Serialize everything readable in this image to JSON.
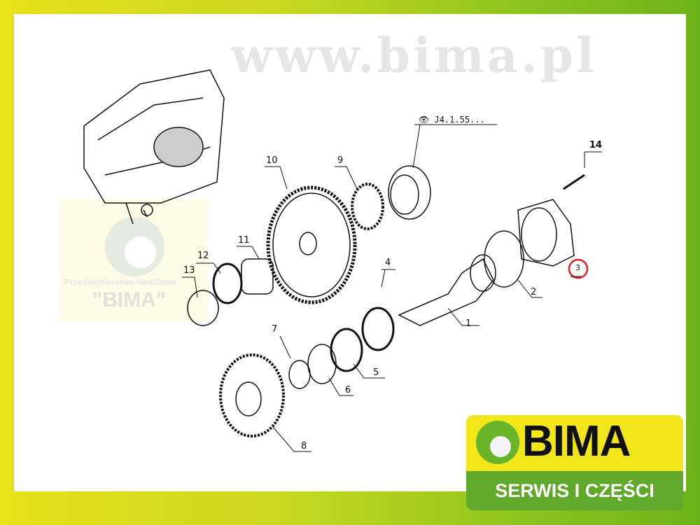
{
  "watermark": {
    "company": "Przedsiębiorstwo Handlowe",
    "name": "\"BIMA\"",
    "url": "www.bima.pl"
  },
  "diagram": {
    "reference": "J4.1.55...",
    "part_labels": [
      "1",
      "2",
      "3",
      "4",
      "5",
      "6",
      "7",
      "8",
      "9",
      "10",
      "11",
      "12",
      "13",
      "14"
    ],
    "highlighted_part": "3",
    "highlight_color": "#e0202a"
  },
  "logo": {
    "name": "BIMA",
    "tagline": "SERWIS I CZĘŚCI"
  }
}
